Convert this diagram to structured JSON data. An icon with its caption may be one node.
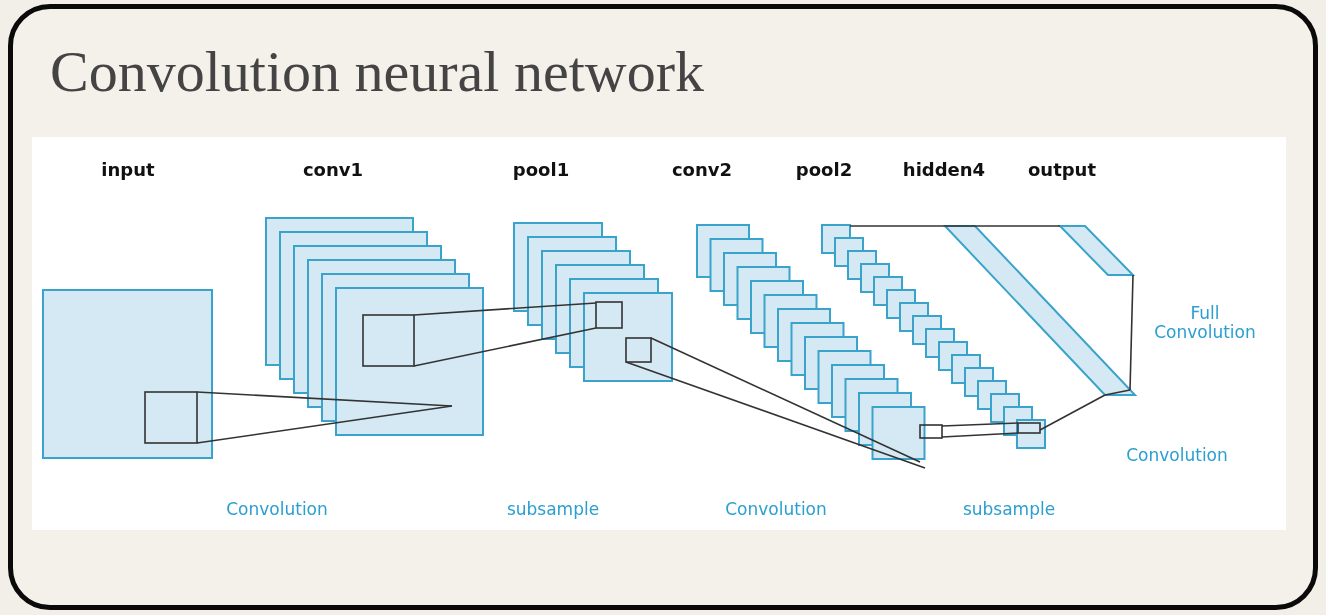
{
  "diagram": {
    "title": "Convolution neural network",
    "labels": [
      "input",
      "conv1",
      "pool1",
      "conv2",
      "pool2",
      "hidden4",
      "output",
      "Full Convolution",
      "Convolution",
      "Convolution",
      "subsample",
      "Convolution",
      "subsample"
    ]
  }
}
